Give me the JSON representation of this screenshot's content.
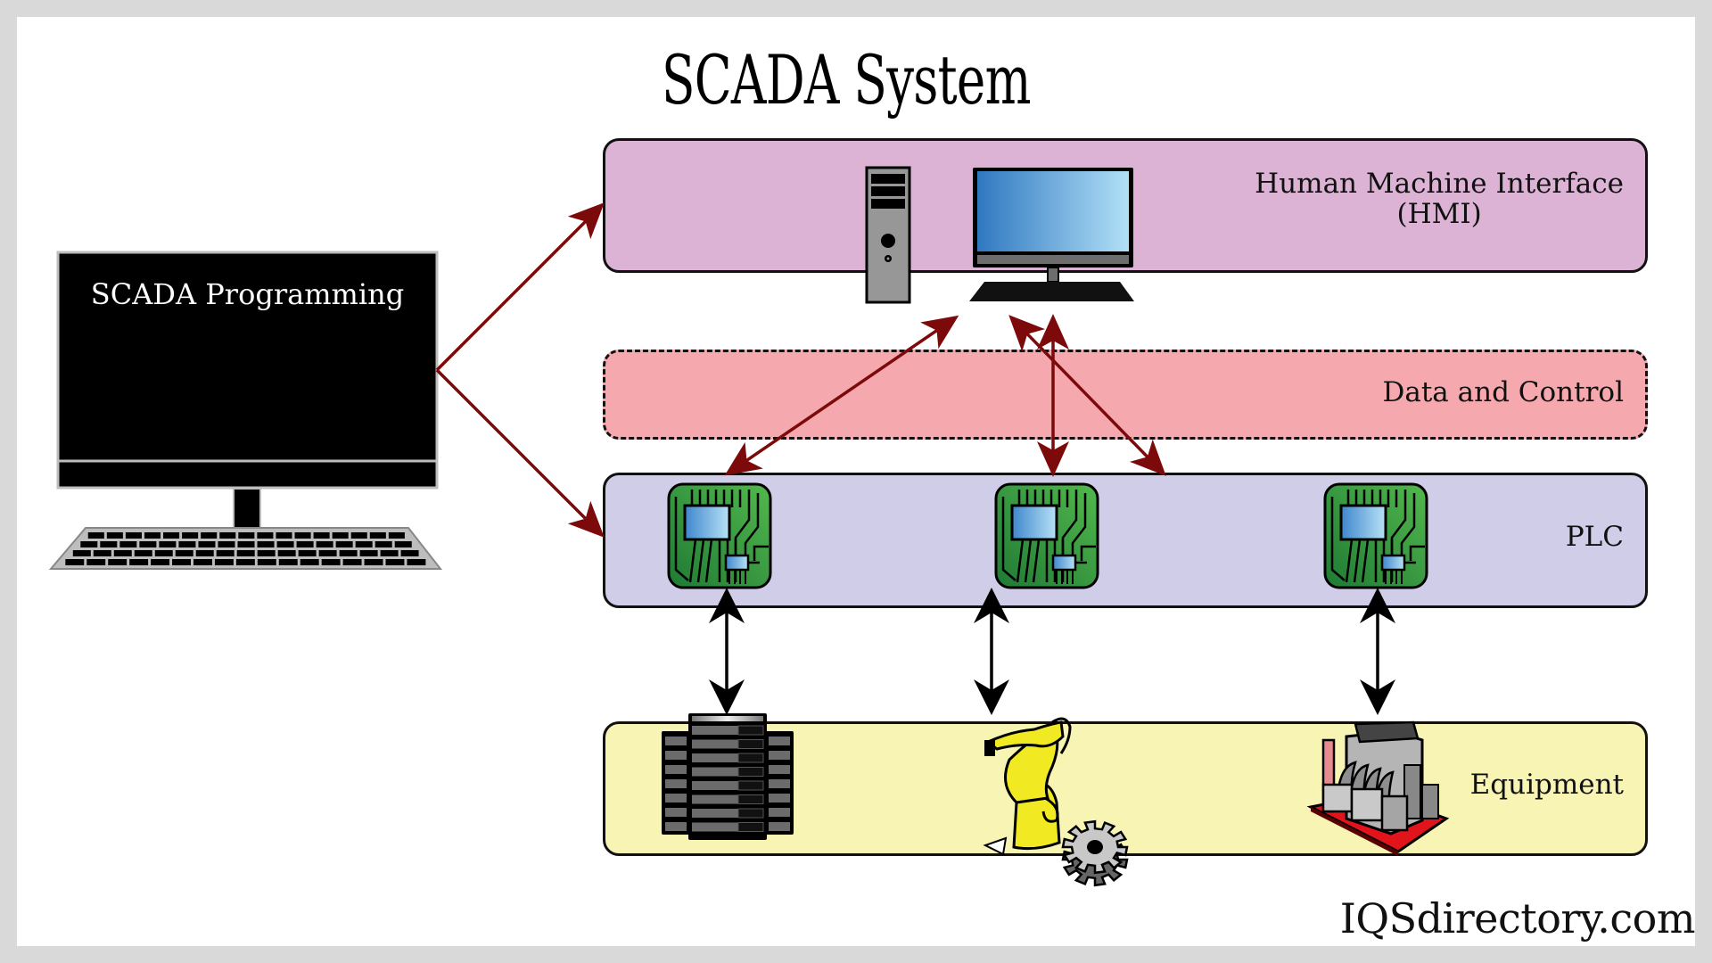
{
  "title": "SCADA System",
  "programming": {
    "label": "SCADA Programming",
    "icon": "desktop-computer-icon"
  },
  "layers": {
    "hmi": {
      "label_line1": "Human Machine Interface",
      "label_line2": "(HMI)",
      "color": "#dcb3d4",
      "icon": "workstation-computer-icon"
    },
    "data_control": {
      "label": "Data and Control",
      "color": "#f5a9af",
      "border": "dashed"
    },
    "plc": {
      "label": "PLC",
      "color": "#cfcde8",
      "units": [
        "plc-circuit-board-icon",
        "plc-circuit-board-icon",
        "plc-circuit-board-icon"
      ]
    },
    "equipment": {
      "label": "Equipment",
      "color": "#f8f4b4",
      "items": [
        "server-rack-icon",
        "robotic-arm-icon",
        "factory-icon"
      ]
    }
  },
  "connections": {
    "programming_arrows_color": "#7d0a0a",
    "hmi_plc_arrows_color": "#7d0a0a",
    "plc_equipment_arrows_color": "#000000"
  },
  "watermark": "IQSdirectory.com"
}
